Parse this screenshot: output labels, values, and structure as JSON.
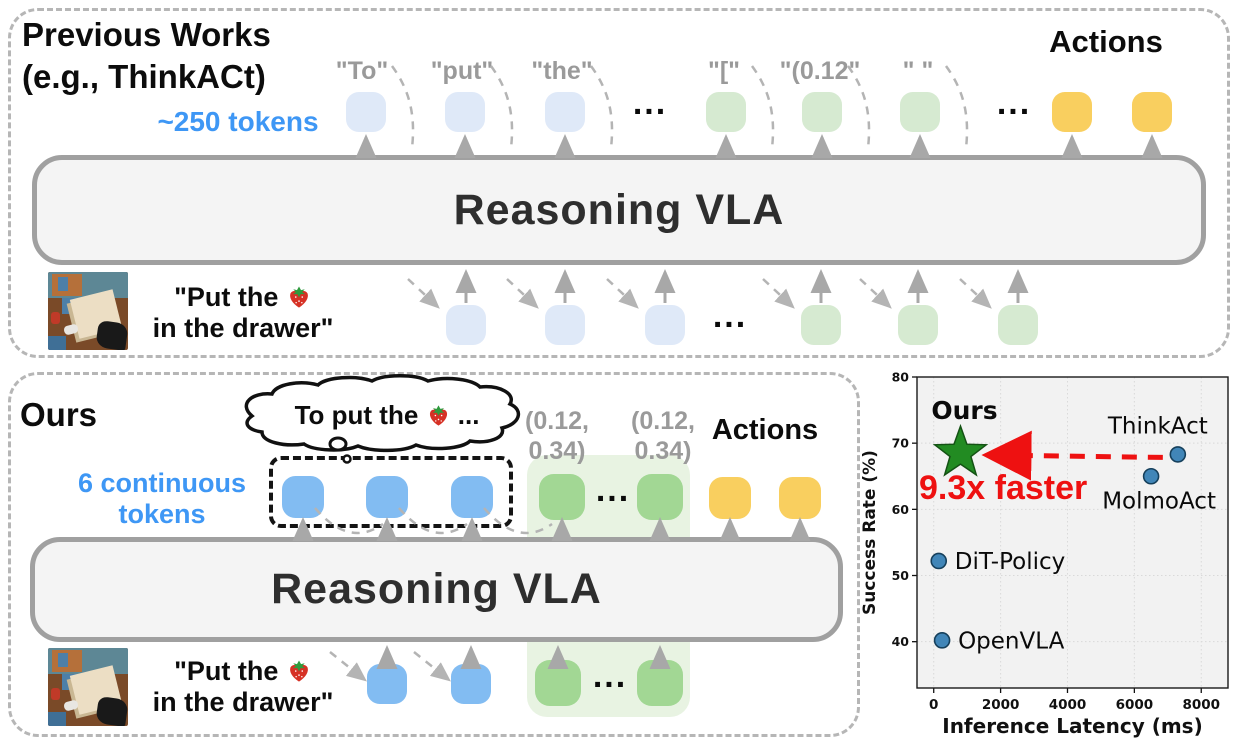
{
  "ellipsis": "...",
  "colors": {
    "accent_blue": "#3e97f5",
    "pale_blue_token": "#dfe9f8",
    "pale_green_token": "#d6ead1",
    "yellow_token": "#f9cf5f",
    "blue_token": "#82bcf2",
    "green_token": "#a2d794",
    "green_band": "#e8f3e2",
    "box_fill": "#f4f4f4",
    "box_border": "#a0a0a0",
    "panel_border": "#b6b6b6",
    "gray_label": "#9a9a9a",
    "arrow_gray": "#a8a8a8",
    "star_green": "#228b22",
    "dot_blue": "#4186b8",
    "annotation_red": "#ee1111"
  },
  "top_panel": {
    "title_line1": "Previous Works",
    "title_line2": "(e.g., ThinkACt)",
    "token_note": "~250 tokens",
    "output_token_labels": [
      "\"To\"",
      "\"put\"",
      "\"the\"",
      "\"[\"",
      "\"(0.12\"",
      "\" \""
    ],
    "actions_label": "Actions",
    "vla_label": "Reasoning VLA",
    "prompt_line1": "\"Put the",
    "prompt_line2": "in the drawer\""
  },
  "ours_panel": {
    "title": "Ours",
    "thought_text": "To put the",
    "thought_ellipsis": "...",
    "token_note_line1": "6 continuous",
    "token_note_line2": "tokens",
    "coord_label_line1": "(0.12,",
    "coord_label_line2": "0.34)",
    "actions_label": "Actions",
    "vla_label": "Reasoning VLA",
    "prompt_line1": "\"Put the",
    "prompt_line2": "in the drawer\""
  },
  "chart_data": {
    "type": "scatter",
    "xlabel": "Inference Latency (ms)",
    "ylabel": "Success Rate (%)",
    "xlim": [
      -500,
      8800
    ],
    "ylim": [
      33,
      80
    ],
    "xticks": [
      0,
      2000,
      4000,
      6000,
      8000
    ],
    "yticks": [
      40,
      50,
      60,
      70,
      80
    ],
    "grid": true,
    "legend": "none",
    "points": [
      {
        "name": "Ours",
        "x": 800,
        "y": 68.5,
        "marker": "star",
        "color": "#228b22"
      },
      {
        "name": "ThinkAct",
        "x": 7300,
        "y": 68.3,
        "marker": "circle",
        "color": "#4186b8"
      },
      {
        "name": "MolmoAct",
        "x": 6500,
        "y": 65.0,
        "marker": "circle",
        "color": "#4186b8"
      },
      {
        "name": "DiT-Policy",
        "x": 150,
        "y": 52.2,
        "marker": "circle",
        "color": "#4186b8"
      },
      {
        "name": "OpenVLA",
        "x": 250,
        "y": 40.2,
        "marker": "circle",
        "color": "#4186b8"
      }
    ],
    "annotation": {
      "text": "9.3x faster",
      "color": "#ee1111",
      "from": "ThinkAct",
      "to": "Ours"
    }
  }
}
